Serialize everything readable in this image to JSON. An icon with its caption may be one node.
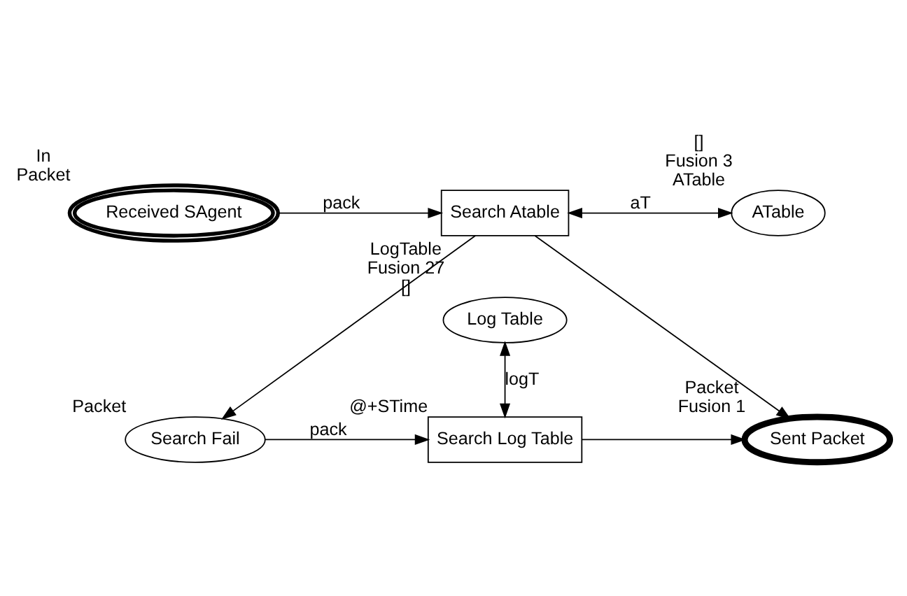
{
  "diagram": {
    "nodes": [
      {
        "text": [
          "Received SAgent"
        ],
        "beside": [
          "In",
          "Packet"
        ]
      },
      {
        "text": [
          "Search Atable"
        ]
      },
      {
        "text": [
          "ATable"
        ],
        "beside": [
          "[]",
          "Fusion 3",
          "ATable"
        ]
      },
      {
        "text": [
          "Log Table"
        ],
        "beside": [
          "LogTable",
          "Fusion 27",
          "[]"
        ]
      },
      {
        "text": [
          "Search Fail"
        ],
        "beside": [
          "Packet"
        ]
      },
      {
        "text": [
          "Search Log Table"
        ],
        "beside": [
          "@+STime"
        ]
      },
      {
        "text": [
          "Sent Packet"
        ],
        "beside": [
          "Packet",
          "Fusion 1"
        ]
      }
    ],
    "edges": [
      {
        "from": 0,
        "to": 1,
        "arrow": "to",
        "label": "pack"
      },
      {
        "from": 1,
        "to": 2,
        "arrow": "both",
        "label": "aT"
      },
      {
        "from": 1,
        "to": 4,
        "arrow": "to"
      },
      {
        "from": 1,
        "to": 6,
        "arrow": "to"
      },
      {
        "from": 3,
        "to": 5,
        "arrow": "both",
        "label": "logT"
      },
      {
        "from": 4,
        "to": 5,
        "arrow": "to",
        "label": "pack"
      },
      {
        "from": 5,
        "to": 6,
        "arrow": "to"
      }
    ]
  }
}
